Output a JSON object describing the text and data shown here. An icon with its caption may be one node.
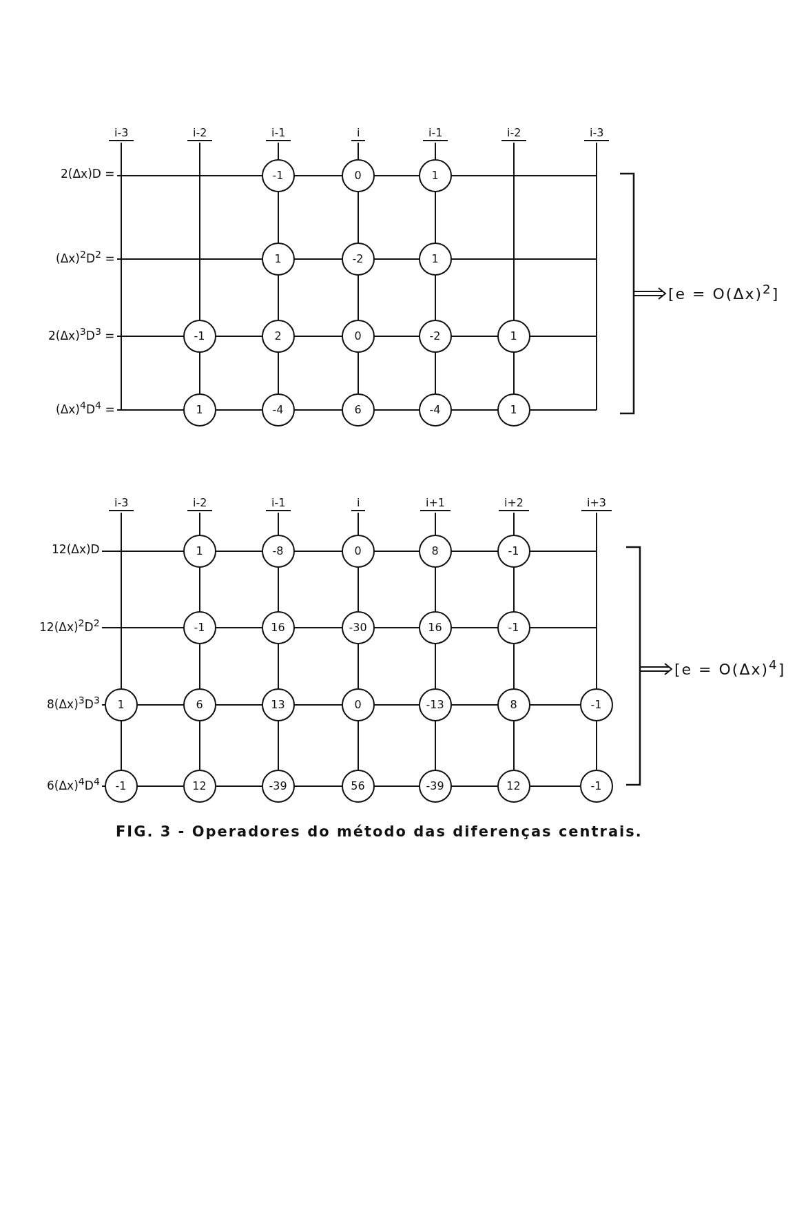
{
  "diagram": {
    "caption": "FIG. 3 - Operadores do método das diferenças centrais.",
    "nodes": [
      {
        "text": [
          "-1"
        ]
      },
      {
        "text": [
          "0"
        ]
      },
      {
        "text": [
          "1"
        ]
      },
      {
        "text": [
          "1"
        ]
      },
      {
        "text": [
          "-2"
        ]
      },
      {
        "text": [
          "1"
        ]
      },
      {
        "text": [
          "-1"
        ]
      },
      {
        "text": [
          "2"
        ]
      },
      {
        "text": [
          "0"
        ]
      },
      {
        "text": [
          "-2"
        ]
      },
      {
        "text": [
          "1"
        ]
      },
      {
        "text": [
          "1"
        ]
      },
      {
        "text": [
          "-4"
        ]
      },
      {
        "text": [
          "6"
        ]
      },
      {
        "text": [
          "-4"
        ]
      },
      {
        "text": [
          "1"
        ]
      },
      {
        "text": [
          "[e = O(Δx)$^{2}$]"
        ]
      },
      {
        "text": [
          "1"
        ]
      },
      {
        "text": [
          "-8"
        ]
      },
      {
        "text": [
          "0"
        ]
      },
      {
        "text": [
          "8"
        ]
      },
      {
        "text": [
          "-1"
        ]
      },
      {
        "text": [
          "-1"
        ]
      },
      {
        "text": [
          "16"
        ]
      },
      {
        "text": [
          "-30"
        ]
      },
      {
        "text": [
          "16"
        ]
      },
      {
        "text": [
          "-1"
        ]
      },
      {
        "text": [
          "1"
        ]
      },
      {
        "text": [
          "6"
        ]
      },
      {
        "text": [
          "13"
        ]
      },
      {
        "text": [
          "0"
        ]
      },
      {
        "text": [
          "-13"
        ]
      },
      {
        "text": [
          "8"
        ]
      },
      {
        "text": [
          "-1"
        ]
      },
      {
        "text": [
          "-1"
        ]
      },
      {
        "text": [
          "12"
        ]
      },
      {
        "text": [
          "-39"
        ]
      },
      {
        "text": [
          "56"
        ]
      },
      {
        "text": [
          "-39"
        ]
      },
      {
        "text": [
          "12"
        ]
      },
      {
        "text": [
          "-1"
        ]
      },
      {
        "text": [
          "[e = O(Δx)$^{4}$]"
        ]
      },
      {
        "text": [],
        "shape": "bracket"
      },
      {
        "text": [],
        "shape": "bracket"
      }
    ],
    "edges": [
      {
        "from": 0,
        "to": 1,
        "arrow": "none"
      },
      {
        "from": 1,
        "to": 2,
        "arrow": "none"
      },
      {
        "from": 3,
        "to": 4,
        "arrow": "none"
      },
      {
        "from": 4,
        "to": 5,
        "arrow": "none"
      },
      {
        "from": 6,
        "to": 7,
        "arrow": "none"
      },
      {
        "from": 7,
        "to": 8,
        "arrow": "none"
      },
      {
        "from": 8,
        "to": 9,
        "arrow": "none"
      },
      {
        "from": 9,
        "to": 10,
        "arrow": "none"
      },
      {
        "from": 11,
        "to": 12,
        "arrow": "none"
      },
      {
        "from": 12,
        "to": 13,
        "arrow": "none"
      },
      {
        "from": 13,
        "to": 14,
        "arrow": "none"
      },
      {
        "from": 14,
        "to": 15,
        "arrow": "none"
      },
      {
        "from": 6,
        "to": 11,
        "arrow": "none"
      },
      {
        "from": 0,
        "to": 3,
        "arrow": "none"
      },
      {
        "from": 3,
        "to": 7,
        "arrow": "none"
      },
      {
        "from": 7,
        "to": 12,
        "arrow": "none"
      },
      {
        "from": 1,
        "to": 4,
        "arrow": "none"
      },
      {
        "from": 4,
        "to": 8,
        "arrow": "none"
      },
      {
        "from": 8,
        "to": 13,
        "arrow": "none"
      },
      {
        "from": 2,
        "to": 5,
        "arrow": "none"
      },
      {
        "from": 5,
        "to": 9,
        "arrow": "none"
      },
      {
        "from": 9,
        "to": 14,
        "arrow": "none"
      },
      {
        "from": 10,
        "to": 15,
        "arrow": "none"
      },
      {
        "from": 42,
        "to": 16,
        "arrow": "to"
      },
      {
        "from": 17,
        "to": 18,
        "arrow": "none"
      },
      {
        "from": 18,
        "to": 19,
        "arrow": "none"
      },
      {
        "from": 19,
        "to": 20,
        "arrow": "none"
      },
      {
        "from": 20,
        "to": 21,
        "arrow": "none"
      },
      {
        "from": 22,
        "to": 23,
        "arrow": "none"
      },
      {
        "from": 23,
        "to": 24,
        "arrow": "none"
      },
      {
        "from": 24,
        "to": 25,
        "arrow": "none"
      },
      {
        "from": 25,
        "to": 26,
        "arrow": "none"
      },
      {
        "from": 27,
        "to": 28,
        "arrow": "none"
      },
      {
        "from": 28,
        "to": 29,
        "arrow": "none"
      },
      {
        "from": 29,
        "to": 30,
        "arrow": "none"
      },
      {
        "from": 30,
        "to": 31,
        "arrow": "none"
      },
      {
        "from": 31,
        "to": 32,
        "arrow": "none"
      },
      {
        "from": 32,
        "to": 33,
        "arrow": "none"
      },
      {
        "from": 34,
        "to": 35,
        "arrow": "none"
      },
      {
        "from": 35,
        "to": 36,
        "arrow": "none"
      },
      {
        "from": 36,
        "to": 37,
        "arrow": "none"
      },
      {
        "from": 37,
        "to": 38,
        "arrow": "none"
      },
      {
        "from": 38,
        "to": 39,
        "arrow": "none"
      },
      {
        "from": 39,
        "to": 40,
        "arrow": "none"
      },
      {
        "from": 27,
        "to": 34,
        "arrow": "none"
      },
      {
        "from": 17,
        "to": 22,
        "arrow": "none"
      },
      {
        "from": 22,
        "to": 28,
        "arrow": "none"
      },
      {
        "from": 28,
        "to": 35,
        "arrow": "none"
      },
      {
        "from": 18,
        "to": 23,
        "arrow": "none"
      },
      {
        "from": 23,
        "to": 29,
        "arrow": "none"
      },
      {
        "from": 29,
        "to": 36,
        "arrow": "none"
      },
      {
        "from": 19,
        "to": 24,
        "arrow": "none"
      },
      {
        "from": 24,
        "to": 30,
        "arrow": "none"
      },
      {
        "from": 30,
        "to": 37,
        "arrow": "none"
      },
      {
        "from": 20,
        "to": 25,
        "arrow": "none"
      },
      {
        "from": 25,
        "to": 31,
        "arrow": "none"
      },
      {
        "from": 31,
        "to": 38,
        "arrow": "none"
      },
      {
        "from": 21,
        "to": 26,
        "arrow": "none"
      },
      {
        "from": 26,
        "to": 32,
        "arrow": "none"
      },
      {
        "from": 32,
        "to": 39,
        "arrow": "none"
      },
      {
        "from": 33,
        "to": 40,
        "arrow": "none"
      },
      {
        "from": 43,
        "to": 41,
        "arrow": "to"
      }
    ],
    "labels": [
      "i-3",
      "i-2",
      "i-1",
      "i",
      "i-1",
      "i-2",
      "i-3",
      "2(Δx)D =",
      "(Δx)$^{2}$D$^{2}$ =",
      "2(Δx)$^{3}$D$^{3}$ =",
      "(Δx)$^{4}$D$^{4}$ =",
      "i-3",
      "i-2",
      "i-1",
      "i",
      "i+1",
      "i+2",
      "i+3",
      "12(Δx)D",
      "12(Δx)$^{2}$D$^{2}$",
      "8(Δx)$^{3}$D$^{3}$",
      "6(Δx)$^{4}$D$^{4}$"
    ]
  }
}
